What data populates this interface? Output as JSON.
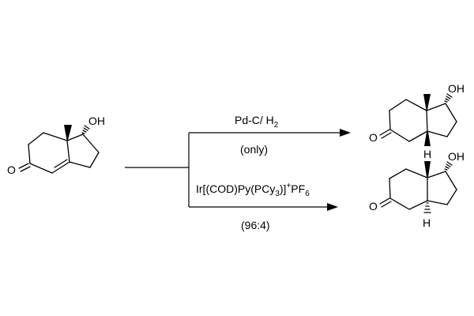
{
  "scheme": {
    "starting_material": {
      "hydroxyl_label": "OH",
      "ketone_label": "O"
    },
    "pathways": [
      {
        "reagent_main": "Pd-C/ H",
        "reagent_sub": "2",
        "selectivity": "(only)",
        "product": {
          "hydroxyl_label": "OH",
          "ketone_label": "O",
          "hydrogen_label": "H"
        }
      },
      {
        "reagent_prefix": "Ir[(COD)Py(PCy",
        "reagent_sub": "3",
        "reagent_bracket": ")]",
        "reagent_sup": "+",
        "reagent_suffix": "PF",
        "reagent_sub2": "6",
        "selectivity": "(96:4)",
        "product": {
          "hydroxyl_label": "OH",
          "ketone_label": "O",
          "hydrogen_label": "H"
        }
      }
    ]
  },
  "colors": {
    "ink": "#000000",
    "background": "#ffffff"
  }
}
